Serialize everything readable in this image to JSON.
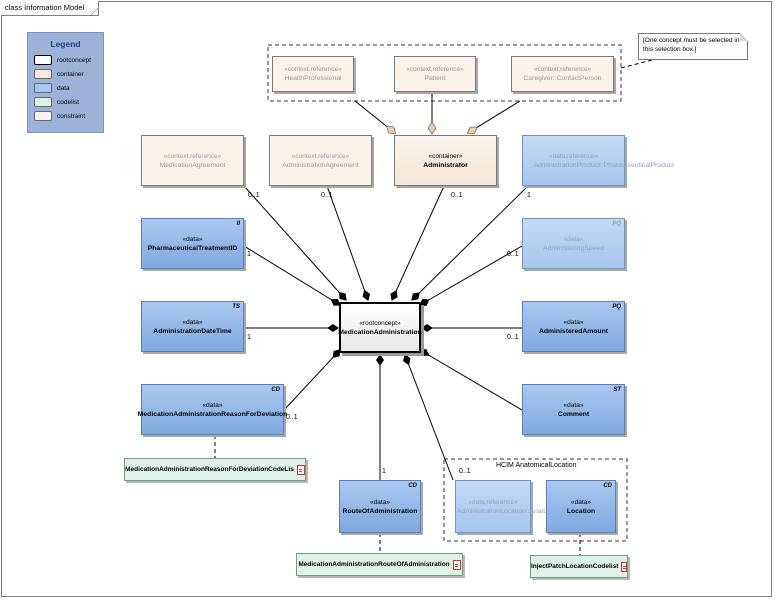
{
  "diagram": {
    "frame_title": "class Information Model",
    "legend": {
      "title": "Legend",
      "items": [
        {
          "label": "rootconcept",
          "color": "#ffffff"
        },
        {
          "label": "container",
          "color": "#f7e9dc"
        },
        {
          "label": "data",
          "color": "#a7c6ef"
        },
        {
          "label": "codelist",
          "color": "#dff2e6"
        },
        {
          "label": "constraint",
          "color": "#f2f2f2"
        }
      ]
    },
    "note": "[One concept must be selected in this selection box.]",
    "nodes": {
      "root": {
        "stereotype": "«rootconcept»",
        "name": "MedicationAdministration"
      },
      "health_professional": {
        "stereotype": "«context,reference»",
        "name": "HealthProfessional"
      },
      "patient": {
        "stereotype": "«context,reference»",
        "name": "Patient"
      },
      "caregiver": {
        "stereotype": "«context,reference»",
        "name": "Caregiver::ContactPerson"
      },
      "medication_agreement": {
        "stereotype": "«context,reference»",
        "name": "MedicationAgreement"
      },
      "administration_agreement": {
        "stereotype": "«context,reference»",
        "name": "AdministrationAgreement"
      },
      "administrator": {
        "stereotype": "«container»",
        "name": "Administrator"
      },
      "administration_product": {
        "stereotype": "«data,reference»",
        "name": "AdministrationProduct::PharmaceuticalProduct"
      },
      "treatment_id": {
        "stereotype": "«data»",
        "name": "PharmaceuticalTreatmentID",
        "type": "II"
      },
      "administering_speed": {
        "stereotype": "«data»",
        "name": "AdministeringSpeed",
        "type": "PQ"
      },
      "administration_datetime": {
        "stereotype": "«data»",
        "name": "AdministrationDateTime",
        "type": "TS"
      },
      "administered_amount": {
        "stereotype": "«data»",
        "name": "AdministeredAmount",
        "type": "PQ"
      },
      "reason_for_deviation": {
        "stereotype": "«data»",
        "name": "MedicationAdministrationReasonForDeviation",
        "type": "CD"
      },
      "comment": {
        "stereotype": "«data»",
        "name": "Comment",
        "type": "ST"
      },
      "route_of_administration": {
        "stereotype": "«data»",
        "name": "RouteOfAdministration",
        "type": "CD"
      },
      "administration_location": {
        "stereotype": "«data,reference»",
        "name": "AdministrationLocation::AnatomicalLocation"
      },
      "location": {
        "stereotype": "«data»",
        "name": "Location",
        "type": "CD"
      }
    },
    "codelists": {
      "reason_codelist": "MedicationAdministrationReasonForDeviationCodeLis",
      "route_codelist": "MedicationAdministrationRouteOfAdministration",
      "location_codelist": "InjectPatchLocationCodelist"
    },
    "group_title": "HCIM AnatomicalLocation",
    "multiplicities": {
      "medication_agreement": "0..1",
      "administration_agreement": "0..1",
      "administrator": "0..1",
      "administration_product": "1",
      "treatment_id": "1",
      "administering_speed": "0..1",
      "administration_datetime": "1",
      "administered_amount": "0..1",
      "reason_for_deviation": "0..1",
      "route_of_administration": "1",
      "administration_location": "0..1"
    }
  }
}
